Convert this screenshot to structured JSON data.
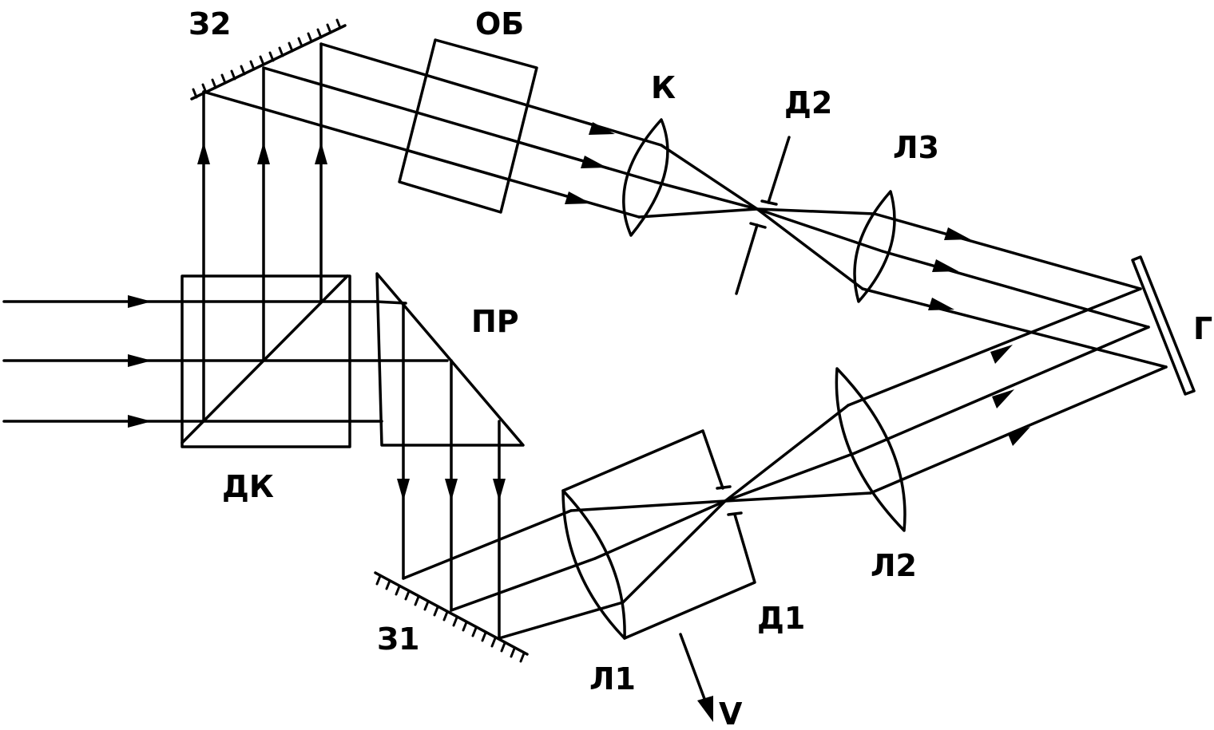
{
  "labels": {
    "mirror2": "З2",
    "objective": "ОБ",
    "collimator": "К",
    "diaphragm2": "Д2",
    "lens3": "Л3",
    "prism": "ПР",
    "grating": "Г",
    "beamsplitter": "ДК",
    "lens2": "Л2",
    "diaphragm1": "Д1",
    "mirror1": "З1",
    "lens1": "Л1",
    "velocity": "V"
  },
  "colors": {
    "ink": "#000000",
    "background": "#ffffff"
  }
}
